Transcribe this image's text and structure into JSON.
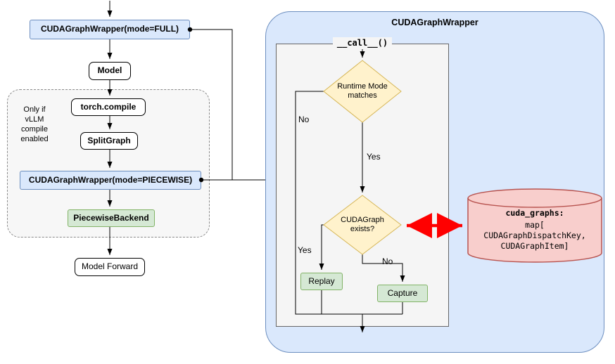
{
  "diagram": {
    "left": {
      "wrapper_full": "CUDAGraphWrapper(mode=FULL)",
      "model": "Model",
      "note": "Only if\nvLLM\ncompile\nenabled",
      "torch_compile": "torch.compile",
      "split_graph": "SplitGraph",
      "wrapper_piecewise": "CUDAGraphWrapper(mode=PIECEWISE)",
      "piecewise_backend": "PiecewiseBackend",
      "model_forward": "Model Forward"
    },
    "right": {
      "title": "CUDAGraphWrapper",
      "call": "__call__()",
      "diamond_runtime": "Runtime Mode\nmatches",
      "diamond_exists": "CUDAGraph\nexists?",
      "label_no_runtime": "No",
      "label_yes_runtime": "Yes",
      "label_yes_exists": "Yes",
      "label_no_exists": "No",
      "replay": "Replay",
      "capture": "Capture"
    },
    "datastore": {
      "name": "cuda_graphs:",
      "type": "map[\nCUDAGraphDispatchKey,\nCUDAGraphItem]"
    },
    "colors": {
      "node_blue_fill": "#dae8fc",
      "node_blue_border": "#6c8ebf",
      "node_green_fill": "#d5e8d4",
      "node_green_border": "#82b366",
      "diamond_yellow_fill": "#fff2cc",
      "diamond_yellow_border": "#d6b656",
      "datastore_fill": "#f8cecc",
      "datastore_border": "#b85450",
      "link_red": "#ff0000"
    }
  }
}
